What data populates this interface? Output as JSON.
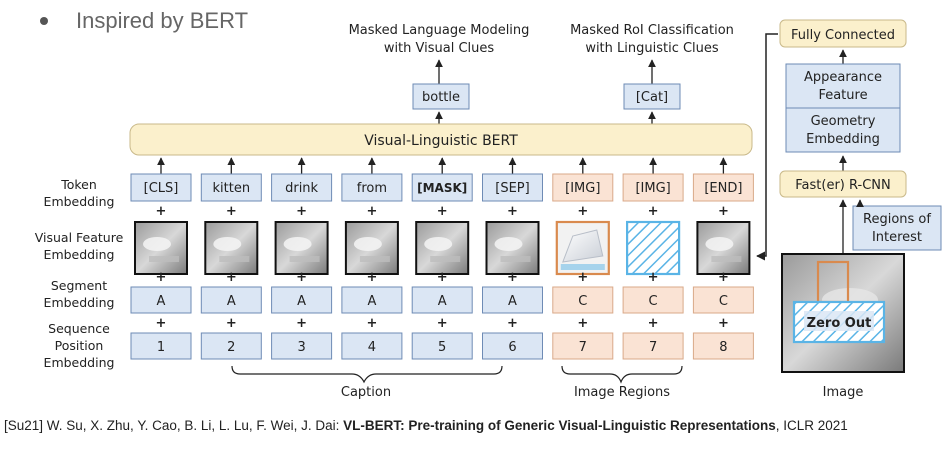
{
  "bullet": "Inspired by BERT",
  "top_outputs": {
    "mlm_title": [
      "Masked Language Modeling",
      "with Visual Clues"
    ],
    "mlm_output": "bottle",
    "mrc_title": [
      "Masked RoI Classification",
      "with Linguistic Clues"
    ],
    "mrc_output": "[Cat]"
  },
  "bert_label": "Visual-Linguistic BERT",
  "row_labels": {
    "token": [
      "Token",
      "Embedding"
    ],
    "visual": [
      "Visual Feature",
      "Embedding"
    ],
    "segment": [
      "Segment",
      "Embedding"
    ],
    "position": [
      "Sequence",
      "Position",
      "Embedding"
    ]
  },
  "columns": [
    {
      "token": "[CLS]",
      "segment": "A",
      "position": "1",
      "kind": "text"
    },
    {
      "token": "kitten",
      "segment": "A",
      "position": "2",
      "kind": "text"
    },
    {
      "token": "drink",
      "segment": "A",
      "position": "3",
      "kind": "text"
    },
    {
      "token": "from",
      "segment": "A",
      "position": "4",
      "kind": "text"
    },
    {
      "token": "[MASK]",
      "segment": "A",
      "position": "5",
      "kind": "text"
    },
    {
      "token": "[SEP]",
      "segment": "A",
      "position": "6",
      "kind": "text"
    },
    {
      "token": "[IMG]",
      "segment": "C",
      "position": "7",
      "kind": "image"
    },
    {
      "token": "[IMG]",
      "segment": "C",
      "position": "7",
      "kind": "image"
    },
    {
      "token": "[END]",
      "segment": "C",
      "position": "8",
      "kind": "image"
    }
  ],
  "plus_sign": "+",
  "bracket_labels": {
    "caption": "Caption",
    "regions": "Image Regions"
  },
  "right_stack": {
    "fully_connected": "Fully Connected",
    "appearance": [
      "Appearance",
      "Feature"
    ],
    "geometry": [
      "Geometry",
      "Embedding"
    ],
    "rcnn": "Fast(er) R-CNN",
    "regions": [
      "Regions of",
      "Interest"
    ],
    "zero_out": "Zero Out",
    "image_label": "Image"
  },
  "citation": {
    "prefix": "[Su21] W. Su, X. Zhu, Y. Cao, B. Li, L. Lu, F. Wei, J. Dai: ",
    "title": "VL-BERT: Pre-training of Generic Visual-Linguistic Representations",
    "suffix": ", ICLR 2021"
  },
  "colors": {
    "blue_box": "#dbe6f4",
    "blue_border": "#6e8bb5",
    "pink_box": "#fae3d4",
    "pink_border": "#d9a989",
    "bert_fill": "#fbf0cc",
    "bert_border": "#c9b98a",
    "orange": "#d98a4e",
    "cyan": "#5ab4e6"
  }
}
